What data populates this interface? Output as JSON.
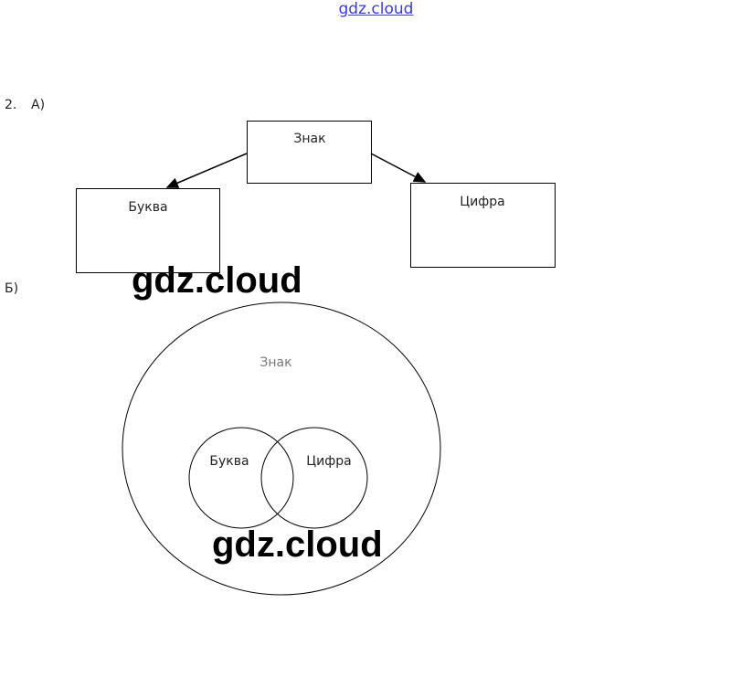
{
  "header": {
    "site": "gdz.cloud"
  },
  "task": {
    "number": "2.",
    "part_a": "А)",
    "part_b": "Б)"
  },
  "tree": {
    "root": "Знак",
    "left": "Буква",
    "right": "Цифра"
  },
  "venn": {
    "outer": "Знак",
    "left": "Буква",
    "right": "Цифра"
  },
  "watermarks": [
    "gdz.cloud",
    "gdz.cloud"
  ]
}
